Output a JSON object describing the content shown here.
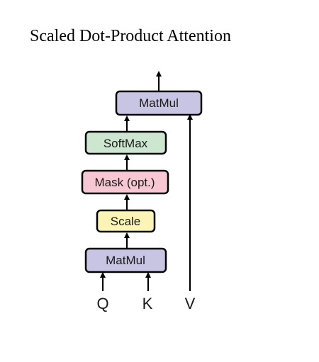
{
  "title": "Scaled Dot-Product Attention",
  "boxes": {
    "matmul_top": {
      "label": "MatMul",
      "fill": "#c8c4e4"
    },
    "softmax": {
      "label": "SoftMax",
      "fill": "#cde6cf"
    },
    "mask": {
      "label": "Mask (opt.)",
      "fill": "#f7c8d4"
    },
    "scale": {
      "label": "Scale",
      "fill": "#fbf4b6"
    },
    "matmul_bottom": {
      "label": "MatMul",
      "fill": "#c8c4e4"
    }
  },
  "inputs": {
    "q": "Q",
    "k": "K",
    "v": "V"
  }
}
